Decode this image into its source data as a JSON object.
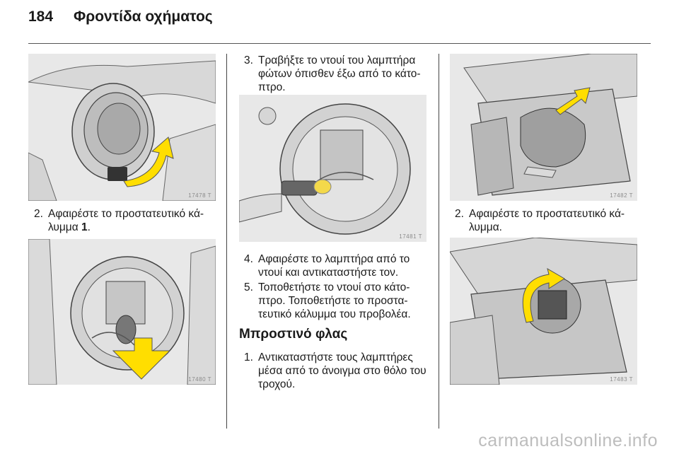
{
  "header": {
    "page_number": "184",
    "title": "Φροντίδα οχήματος"
  },
  "figures": {
    "fig1": {
      "code": "17478 T"
    },
    "fig2": {
      "code": "17480 T"
    },
    "fig3": {
      "code": "17481 T"
    },
    "fig4": {
      "code": "17482 T"
    },
    "fig5": {
      "code": "17483 T"
    }
  },
  "left_column": {
    "step2": {
      "number": "2.",
      "line1": "Αφαιρέστε το προστατευτικό κά-",
      "line2_prefix": "λυμμα ",
      "line2_bold": "1",
      "line2_suffix": "."
    }
  },
  "middle_column": {
    "step3": {
      "number": "3.",
      "line1": "Τραβήξτε το ντουί του λαμπτήρα",
      "line2": "φώτων όπισθεν έξω από το κάτο-",
      "line3": "πτρο."
    },
    "step4": {
      "number": "4.",
      "line1": "Αφαιρέστε το λαμπτήρα από το",
      "line2": "ντουί και αντικαταστήστε τον."
    },
    "step5": {
      "number": "5.",
      "line1": "Τοποθετήστε το ντουί στο κάτο-",
      "line2": "πτρο. Τοποθετήστε το προστα-",
      "line3": "τευτικό κάλυμμα του προβολέα."
    },
    "section_title": "Μπροστινό φλας",
    "step1": {
      "number": "1.",
      "line1": "Αντικαταστήστε τους λαμπτήρες",
      "line2": "μέσα από το άνοιγμα στο θόλο του",
      "line3": "τροχού."
    }
  },
  "right_column": {
    "step2": {
      "number": "2.",
      "line1": "Αφαιρέστε το προστατευτικό κά-",
      "line2": "λυμμα."
    }
  },
  "watermark": "carmanualsonline.info"
}
